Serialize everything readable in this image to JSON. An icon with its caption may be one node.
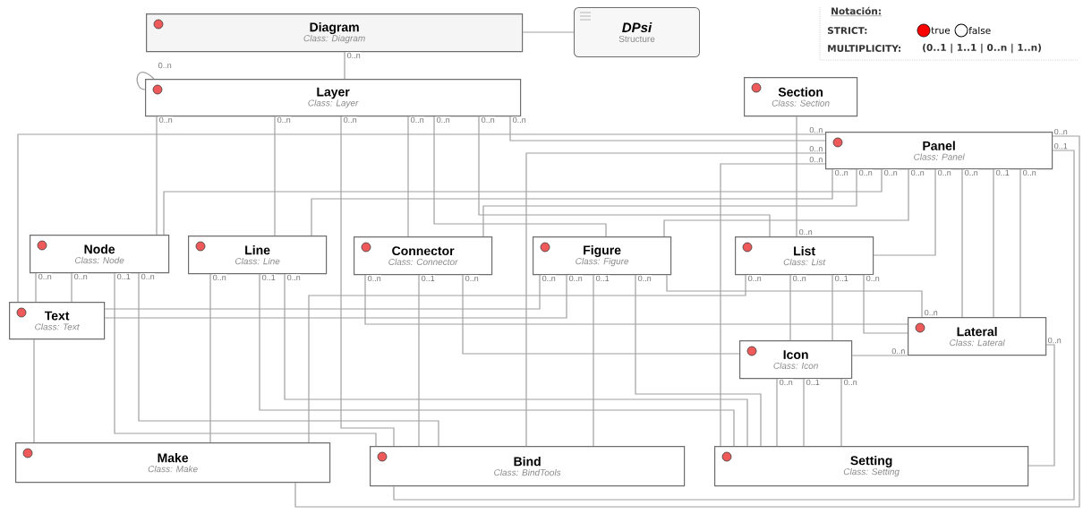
{
  "diagram": {
    "nodes": [
      {
        "text": [
          "Diagram",
          "Class: Diagram"
        ]
      },
      {
        "text": [
          "DPsi",
          "Structure"
        ]
      },
      {
        "text": [
          "Layer",
          "Class: Layer"
        ]
      },
      {
        "text": [
          "Section",
          "Class: Section"
        ]
      },
      {
        "text": [
          "Panel",
          "Class: Panel"
        ]
      },
      {
        "text": [
          "Node",
          "Class: Node"
        ]
      },
      {
        "text": [
          "Line",
          "Class: Line"
        ]
      },
      {
        "text": [
          "Connector",
          "Class: Connector"
        ]
      },
      {
        "text": [
          "Figure",
          "Class: Figure"
        ]
      },
      {
        "text": [
          "List",
          "Class: List"
        ]
      },
      {
        "text": [
          "Text",
          "Class: Text"
        ]
      },
      {
        "text": [
          "Lateral",
          "Class: Lateral"
        ]
      },
      {
        "text": [
          "Icon",
          "Class: Icon"
        ]
      },
      {
        "text": [
          "Make",
          "Class: Make"
        ]
      },
      {
        "text": [
          "Bind",
          "Class: BindTools"
        ]
      },
      {
        "text": [
          "Setting",
          "Class: Setting"
        ]
      }
    ],
    "edges": [
      {
        "from": 0,
        "to": 1,
        "arrow": "none"
      },
      {
        "from": 0,
        "to": 2,
        "arrow": "none",
        "label": "0..n"
      },
      {
        "from": 2,
        "to": 2,
        "arrow": "none",
        "label": "0..n"
      },
      {
        "from": 2,
        "to": 5,
        "arrow": "none",
        "label": "0..n"
      },
      {
        "from": 2,
        "to": 6,
        "arrow": "none",
        "label": "0..n"
      },
      {
        "from": 2,
        "to": 14,
        "arrow": "none",
        "label": "0..n"
      },
      {
        "from": 2,
        "to": 7,
        "arrow": "none",
        "label": "0..n"
      },
      {
        "from": 2,
        "to": 8,
        "arrow": "none",
        "label": "0..n"
      },
      {
        "from": 2,
        "to": 9,
        "arrow": "none",
        "label": "0..n"
      },
      {
        "from": 2,
        "to": 4,
        "arrow": "none",
        "label": "0..n"
      },
      {
        "from": 9,
        "to": 3,
        "arrow": "none",
        "label": "0..n"
      },
      {
        "from": 4,
        "to": 10,
        "arrow": "none",
        "label": "0..n"
      },
      {
        "from": 4,
        "to": 14,
        "arrow": "none",
        "label": "0..n"
      },
      {
        "from": 4,
        "to": 15,
        "arrow": "none",
        "label": "0..n"
      },
      {
        "from": 4,
        "to": 6,
        "arrow": "none",
        "label": "0..n"
      },
      {
        "from": 4,
        "to": 7,
        "arrow": "none",
        "label": "0..n"
      },
      {
        "from": 4,
        "to": 5,
        "arrow": "none",
        "label": "0..n"
      },
      {
        "from": 4,
        "to": 8,
        "arrow": "none",
        "label": "0..n"
      },
      {
        "from": 4,
        "to": 9,
        "arrow": "none",
        "label": "0..n"
      },
      {
        "from": 4,
        "to": 11,
        "arrow": "none",
        "label": "0..n"
      },
      {
        "from": 4,
        "to": 11,
        "arrow": "none",
        "label": "0..1"
      },
      {
        "from": 4,
        "to": 11,
        "arrow": "none",
        "label": "0..n"
      },
      {
        "from": 4,
        "to": 13,
        "arrow": "none",
        "label": "0..n"
      },
      {
        "from": 4,
        "to": 14,
        "arrow": "none",
        "label": "0..1"
      },
      {
        "from": 5,
        "to": 10,
        "arrow": "none",
        "label": "0..n"
      },
      {
        "from": 5,
        "to": 10,
        "arrow": "none",
        "label": "0..n"
      },
      {
        "from": 5,
        "to": 14,
        "arrow": "none",
        "label": "0..1"
      },
      {
        "from": 5,
        "to": 14,
        "arrow": "none",
        "label": "0..n"
      },
      {
        "from": 10,
        "to": 13,
        "arrow": "none"
      },
      {
        "from": 6,
        "to": 13,
        "arrow": "none",
        "label": "0..n"
      },
      {
        "from": 6,
        "to": 15,
        "arrow": "none",
        "label": "0..1"
      },
      {
        "from": 6,
        "to": 15,
        "arrow": "none",
        "label": "0..n"
      },
      {
        "from": 7,
        "to": 11,
        "arrow": "none",
        "label": "0..n"
      },
      {
        "from": 7,
        "to": 14,
        "arrow": "none",
        "label": "0..1"
      },
      {
        "from": 7,
        "to": 12,
        "arrow": "none",
        "label": "0..n"
      },
      {
        "from": 8,
        "to": 10,
        "arrow": "none",
        "label": "0..n"
      },
      {
        "from": 8,
        "to": 10,
        "arrow": "none",
        "label": "0..n"
      },
      {
        "from": 8,
        "to": 14,
        "arrow": "none",
        "label": "0..1"
      },
      {
        "from": 8,
        "to": 15,
        "arrow": "none",
        "label": "0..n"
      },
      {
        "from": 9,
        "to": 13,
        "arrow": "none",
        "label": "0..n"
      },
      {
        "from": 9,
        "to": 12,
        "arrow": "none",
        "label": "0..n"
      },
      {
        "from": 9,
        "to": 12,
        "arrow": "none",
        "label": "0..1"
      },
      {
        "from": 9,
        "to": 11,
        "arrow": "none",
        "label": "0..n"
      },
      {
        "from": 12,
        "to": 15,
        "arrow": "none",
        "label": "0..n"
      },
      {
        "from": 12,
        "to": 15,
        "arrow": "none",
        "label": "0..1"
      },
      {
        "from": 12,
        "to": 15,
        "arrow": "none",
        "label": "0..n"
      },
      {
        "from": 11,
        "to": 12,
        "arrow": "none",
        "label": "0..n"
      },
      {
        "from": 11,
        "to": 8,
        "arrow": "none",
        "label": "0..n"
      },
      {
        "from": 11,
        "to": 15,
        "arrow": "none",
        "label": "0..n"
      }
    ],
    "labels": [
      "Notación:",
      "STRICT:",
      "MULTIPLICITY:",
      "(0..1 | 1..1 | 0..n | 1..n)"
    ],
    "legend": [
      {
        "text": "true",
        "color": "#ff0000"
      },
      {
        "text": "false"
      }
    ]
  }
}
